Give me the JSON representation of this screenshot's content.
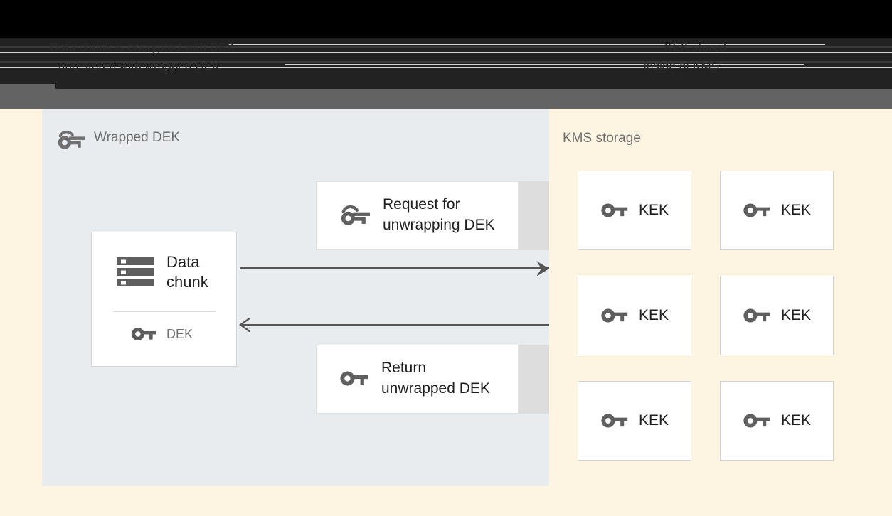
{
  "banner": {
    "caption_left_line1": "Data chunk is encrypted with DEK",
    "caption_left_line2": "and stored with wrapped DEK",
    "caption_right_line1": "KEK stored",
    "caption_right_line2": "inside of KMS"
  },
  "left_panel": {
    "title": "Wrapped DEK",
    "title_icon": "wrapped-key-icon",
    "data_chunk": {
      "label": "Data\nchunk",
      "icon": "storage-stack-icon",
      "key_label": "DEK",
      "key_icon": "key-icon"
    },
    "messages": [
      {
        "id": "request",
        "label": "Request for\nunwrapping DEK",
        "icon": "wrapped-key-icon"
      },
      {
        "id": "return",
        "label": "Return\nunwrapped DEK",
        "icon": "key-icon"
      }
    ],
    "arrows": [
      {
        "id": "to-kms",
        "direction": "right"
      },
      {
        "id": "from-kms",
        "direction": "left"
      }
    ]
  },
  "right_panel": {
    "title": "KMS storage",
    "keys": [
      {
        "label": "KEK",
        "icon": "key-icon"
      },
      {
        "label": "KEK",
        "icon": "key-icon"
      },
      {
        "label": "KEK",
        "icon": "key-icon"
      },
      {
        "label": "KEK",
        "icon": "key-icon"
      },
      {
        "label": "KEK",
        "icon": "key-icon"
      },
      {
        "label": "KEK",
        "icon": "key-icon"
      }
    ]
  },
  "colors": {
    "banner_black": "#000000",
    "banner_dark": "#222222",
    "banner_gray": "#636363",
    "left_panel_bg": "#e8ecef",
    "right_panel_bg": "#fdf5e1",
    "card_bg": "#ffffff",
    "card_shadow": "#dddddd",
    "icon_gray": "#5f5f5f",
    "text_dark": "#1f1f1f",
    "text_muted": "#6f6f6f",
    "arrow": "#555555"
  }
}
